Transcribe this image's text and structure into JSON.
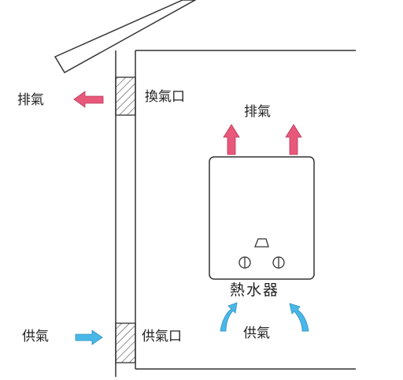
{
  "labels": {
    "exhaust_outside": "排氣",
    "vent_upper": "換氣口",
    "exhaust_heater": "排氣",
    "heater": "熱水器",
    "intake_outside": "供氣",
    "vent_lower": "供氣口",
    "intake_inside": "供氣"
  },
  "colors": {
    "exhaust_arrow": "#e8587a",
    "intake_arrow": "#49b8e8",
    "line": "#333333"
  }
}
